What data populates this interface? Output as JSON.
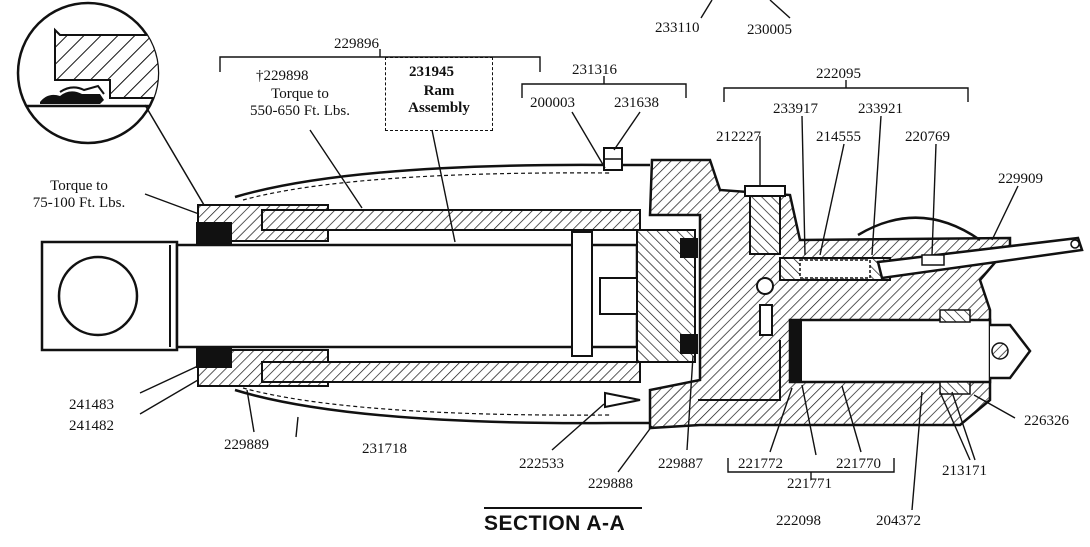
{
  "diagram": {
    "title": "SECTION A-A",
    "part_numbers": {
      "p233110": "233110",
      "p230005": "230005",
      "p229896": "229896",
      "p231316": "231316",
      "p222095": "222095",
      "p200003": "200003",
      "p231638": "231638",
      "p233917": "233917",
      "p233921": "233921",
      "p212227": "212227",
      "p214555": "214555",
      "p220769": "220769",
      "p229909": "229909",
      "p229898": "†229898",
      "p231945": "231945",
      "p241483": "241483",
      "p241482": "241482",
      "p229889": "229889",
      "p231718": "231718",
      "p222533": "222533",
      "p229888": "229888",
      "p229887": "229887",
      "p221772": "221772",
      "p221771": "221771",
      "p221770": "221770",
      "p222098": "222098",
      "p204372": "204372",
      "p213171": "213171",
      "p226326": "226326"
    },
    "notes": {
      "torque_nut_1": "Torque to",
      "torque_nut_2": "550-650 Ft. Lbs.",
      "ram_1": "Ram",
      "ram_2": "Assembly",
      "torque_gland_1": "Torque to",
      "torque_gland_2": "75-100 Ft. Lbs."
    }
  }
}
